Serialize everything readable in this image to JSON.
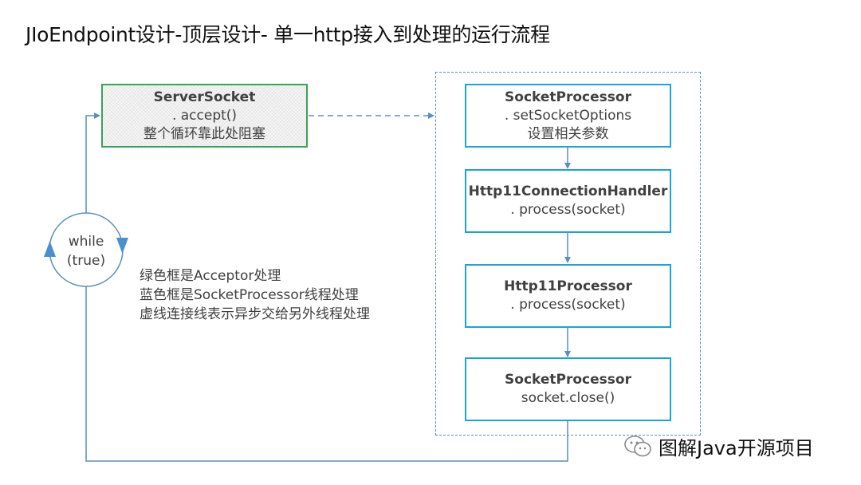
{
  "title": "JIoEndpoint设计-顶层设计- 单一http接入到处理的运行流程",
  "acceptor_box": {
    "line1": "ServerSocket",
    "line2": ". accept()",
    "line3": "整个循环靠此处阻塞"
  },
  "processor_boxes": [
    {
      "line1": "SocketProcessor",
      "line2": ". setSocketOptions",
      "line3": "设置相关参数"
    },
    {
      "line1": "Http11ConnectionHandler",
      "line2": ". process(socket)"
    },
    {
      "line1": "Http11Processor",
      "line2": ". process(socket)"
    },
    {
      "line1": "SocketProcessor",
      "line2": "socket.close()"
    }
  ],
  "loop": {
    "line1": "while",
    "line2": "(true)"
  },
  "notes": [
    "绿色框是Acceptor处理",
    "蓝色框是SocketProcessor线程处理",
    "虚线连接线表示异步交给另外线程处理"
  ],
  "watermark": "图解Java开源项目",
  "colors": {
    "acceptor_border": "#3aa356",
    "processor_border": "#1aa4d8",
    "connector": "#5b8fbf"
  }
}
